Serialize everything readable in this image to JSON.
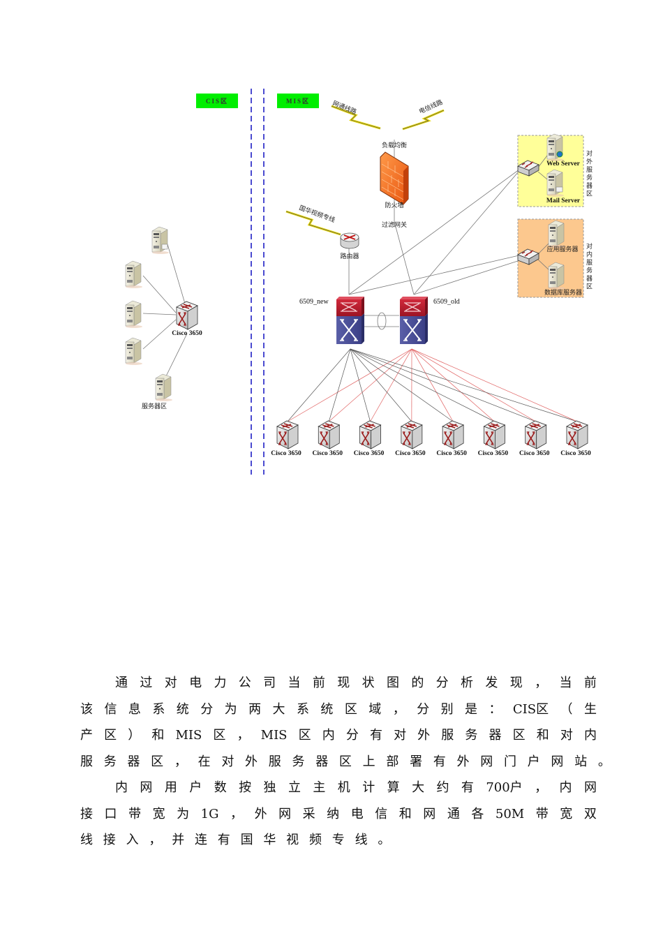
{
  "diagram": {
    "zones": {
      "cis_label": "CIS区",
      "mis_label": "MIS区",
      "zone_tag_color": "#00ee00",
      "divider_color": "#4444cc"
    },
    "links": {
      "wangtong": "网通线路",
      "dianxin": "电信线路",
      "guohua": "国华视频专线"
    },
    "firewall": {
      "top_label": "负载均衡",
      "name": "防火墙",
      "bottom_label": "过滤网关"
    },
    "router": {
      "label": "路由器"
    },
    "core_switches": [
      {
        "label": "6509_new"
      },
      {
        "label": "6509_old"
      }
    ],
    "cis": {
      "switch_label": "Cisco 3650",
      "server_zone_label": "服务器区"
    },
    "external_zone": {
      "label": "对外服务器区",
      "servers": [
        "Web Server",
        "Mail Server"
      ],
      "color": "#ffff99"
    },
    "internal_zone": {
      "label": "对内服务器区",
      "servers": [
        "应用服务器",
        "数据库服务器"
      ],
      "color": "#fcc88e"
    },
    "access_switches": [
      "Cisco 3650",
      "Cisco 3650",
      "Cisco 3650",
      "Cisco 3650",
      "Cisco 3650",
      "Cisco 3650",
      "Cisco 3650",
      "Cisco 3650"
    ]
  },
  "paragraph": {
    "lines": [
      [
        "通",
        "过",
        "对",
        "电",
        "力",
        "公",
        "司",
        "当",
        "前",
        "现",
        "状",
        "图",
        "的",
        "分",
        "析",
        "发",
        "现",
        "，",
        "当",
        "前"
      ],
      [
        "该",
        "信",
        "息",
        "系",
        "统",
        "分",
        "为",
        "两",
        "大",
        "系",
        "统",
        "区",
        "域",
        "，",
        "分",
        "别",
        "是",
        "：",
        "CIS区",
        "（",
        "生"
      ],
      [
        "产",
        "区",
        "）",
        "和",
        "MIS",
        "区",
        "，",
        "MIS",
        "区",
        "内",
        "分",
        "有",
        "对",
        "外",
        "服",
        "务",
        "器",
        "区",
        "和",
        "对",
        "内"
      ],
      [
        "服",
        "务",
        "器",
        "区",
        "，",
        "在",
        "对",
        "外",
        "服",
        "务",
        "器",
        "区",
        "上",
        "部",
        "署",
        "有",
        "外",
        "网",
        "门",
        "户",
        "网",
        "站",
        "。"
      ],
      [
        "内",
        "网",
        "用",
        "户",
        "数",
        "按",
        "独",
        "立",
        "主",
        "机",
        "计",
        "算",
        "大",
        "约",
        "有",
        "700户",
        "，",
        "内",
        "网"
      ],
      [
        "接",
        "口",
        "带",
        "宽",
        "为",
        "1G",
        "，",
        "外",
        "网",
        "采",
        "纳",
        "电",
        "信",
        "和",
        "网",
        "通",
        "各",
        "50M",
        "带",
        "宽",
        "双"
      ],
      [
        "线",
        "接",
        "入",
        "，",
        "并",
        "连",
        "有",
        "国",
        "华",
        "视",
        "频",
        "专",
        "线",
        "。"
      ]
    ]
  }
}
